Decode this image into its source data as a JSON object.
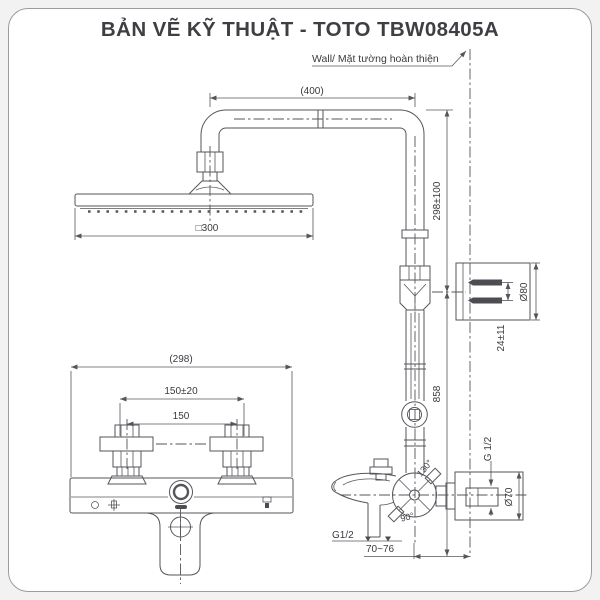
{
  "header": {
    "title": "BẢN VẼ KỸ THUẬT - TOTO TBW08405A"
  },
  "drawing": {
    "wall_label": "Wall/ Mặt tường hoàn thiện",
    "dims": {
      "arm_length": "(400)",
      "upper_height": "298±100",
      "bracket_dia": "Ø80",
      "bracket_adjust": "24±11",
      "column_height": "858",
      "outlet_thread": "G 1/2",
      "flange_dia": "Ø70",
      "head_size": "□300",
      "spout_thread": "G1/2",
      "wall_offset": "70~76",
      "body_width": "(298)",
      "inlet_span_tol": "150±20",
      "inlet_span": "150",
      "angle_upper": "130°",
      "angle_lower": "90°"
    }
  },
  "colors": {
    "line": "#55565b",
    "text": "#3a3b3f",
    "title": "#3e3f43",
    "card_border": "#9c9c9e",
    "background": "#ffffff"
  }
}
